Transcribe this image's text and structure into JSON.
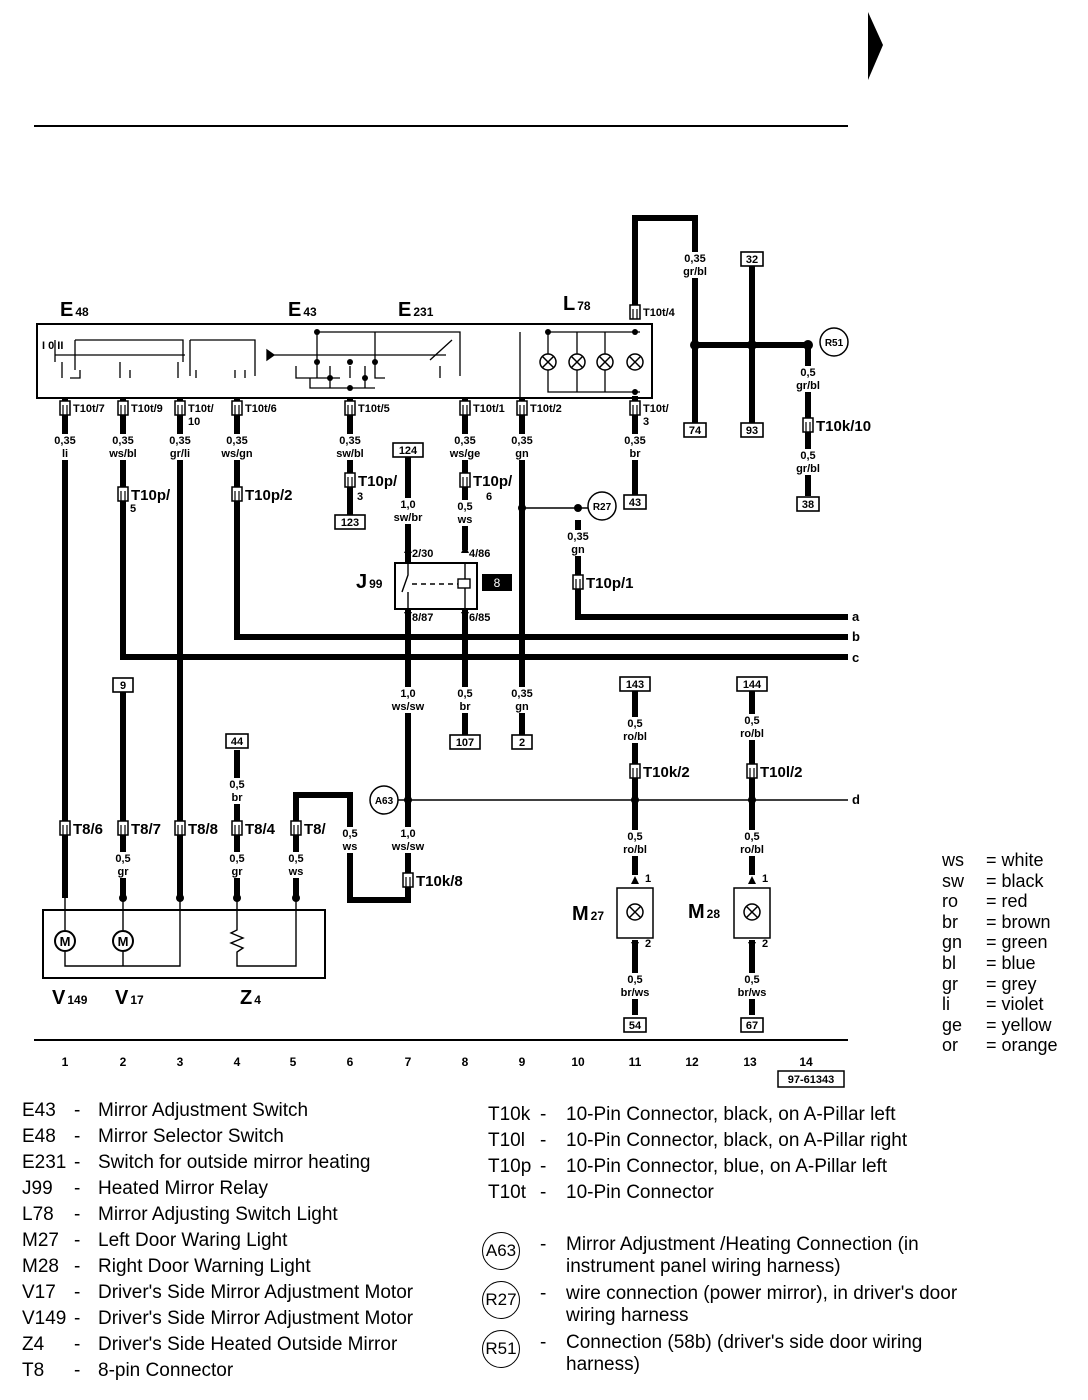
{
  "diagram_id": "97-61343",
  "components": {
    "E48": {
      "label": "E",
      "sub": "48"
    },
    "E43": {
      "label": "E",
      "sub": "43"
    },
    "E231": {
      "label": "E",
      "sub": "231"
    },
    "L78": {
      "label": "L",
      "sub": "78"
    },
    "J99": {
      "label": "J",
      "sub": "99"
    },
    "M27": {
      "label": "M",
      "sub": "27"
    },
    "M28": {
      "label": "M",
      "sub": "28"
    },
    "V149": {
      "label": "V",
      "sub": "149"
    },
    "V17": {
      "label": "V",
      "sub": "17"
    },
    "Z4": {
      "label": "Z",
      "sub": "4"
    },
    "relay_position": "8",
    "switch_marking": "I 0 II"
  },
  "bottom_numbers": [
    "1",
    "2",
    "3",
    "4",
    "5",
    "6",
    "7",
    "8",
    "9",
    "10",
    "11",
    "12",
    "13",
    "14"
  ],
  "right_lines": [
    "a",
    "b",
    "c",
    "d"
  ],
  "connectors": {
    "t10t7": "T10t/7",
    "t10t9": "T10t/9",
    "t10t10a": "T10t/",
    "t10t10b": "10",
    "t10t6": "T10t/6",
    "t10t5": "T10t/5",
    "t10t1": "T10t/1",
    "t10t2": "T10t/2",
    "t10t3a": "T10t/",
    "t10t3b": "3",
    "t10t4": "T10t/4",
    "t10p5a": "T10p/",
    "t10p5b": "5",
    "t10p2": "T10p/2",
    "t10p3a": "T10p/",
    "t10p3b": "3",
    "t10p6a": "T10p/",
    "t10p6b": "6",
    "t10p1": "T10p/1",
    "t8_6": "T8/6",
    "t8_7": "T8/7",
    "t8_8": "T8/8",
    "t8_4": "T8/4",
    "t8_1": "T8/",
    "t10k8": "T10k/8",
    "t10k2": "T10k/2",
    "t10l2": "T10l/2",
    "t10k10": "T10k/10",
    "j99_230": "2/30",
    "j99_486": "4/86",
    "j99_887": "8/87",
    "j99_685": "6/85",
    "m_pin1": "1",
    "m_pin2": "2"
  },
  "wires": {
    "w1a": [
      "0,35",
      "li"
    ],
    "w2a": [
      "0,35",
      "ws/bl"
    ],
    "w3a": [
      "0,35",
      "gr/li"
    ],
    "w4a": [
      "0,35",
      "ws/gn"
    ],
    "w6a": [
      "0,35",
      "sw/bl"
    ],
    "w7a": [
      "1,0",
      "sw/br"
    ],
    "w8a": [
      "0,35",
      "ws/ge"
    ],
    "w8b": [
      "0,5",
      "ws"
    ],
    "w9a": [
      "0,35",
      "gn"
    ],
    "w10a": [
      "0,35",
      "gn"
    ],
    "w11a": [
      "0,35",
      "br"
    ],
    "w12a": [
      "0,35",
      "gr/bl"
    ],
    "w14a": [
      "0,5",
      "gr/bl"
    ],
    "w14b": [
      "0,5",
      "gr/bl"
    ],
    "w7b": [
      "1,0",
      "ws/sw"
    ],
    "w8c": [
      "0,5",
      "br"
    ],
    "w9b": [
      "0,35",
      "gn"
    ],
    "w4b": [
      "0,5",
      "br"
    ],
    "w6b": [
      "0,5",
      "ws"
    ],
    "w7c": [
      "1,0",
      "ws/sw"
    ],
    "w2b": [
      "0,5",
      "gr"
    ],
    "w4c": [
      "0,5",
      "gr"
    ],
    "w5a": [
      "0,5",
      "ws"
    ],
    "w11b": [
      "0,5",
      "ro/bl"
    ],
    "w11c": [
      "0,5",
      "ro/bl"
    ],
    "w11d": [
      "0,5",
      "br/ws"
    ],
    "w13b": [
      "0,5",
      "ro/bl"
    ],
    "w13c": [
      "0,5",
      "ro/bl"
    ],
    "w13d": [
      "0,5",
      "br/ws"
    ]
  },
  "refs": {
    "r124": "124",
    "r123": "123",
    "r43": "43",
    "r74": "74",
    "r93": "93",
    "r32": "32",
    "r38": "38",
    "r9": "9",
    "r44": "44",
    "r107": "107",
    "r2": "2",
    "r143": "143",
    "r144": "144",
    "r54": "54",
    "r67": "67"
  },
  "circles": {
    "A63": "A63",
    "R27": "R27",
    "R51": "R51"
  },
  "color_key": [
    {
      "abbr": "ws",
      "name": "white"
    },
    {
      "abbr": "sw",
      "name": "black"
    },
    {
      "abbr": "ro",
      "name": "red"
    },
    {
      "abbr": "br",
      "name": "brown"
    },
    {
      "abbr": "gn",
      "name": "green"
    },
    {
      "abbr": "bl",
      "name": "blue"
    },
    {
      "abbr": "gr",
      "name": "grey"
    },
    {
      "abbr": "li",
      "name": "violet"
    },
    {
      "abbr": "ge",
      "name": "yellow"
    },
    {
      "abbr": "or",
      "name": "orange"
    }
  ],
  "legend_left": [
    {
      "code": "E43",
      "desc": "Mirror Adjustment Switch"
    },
    {
      "code": "E48",
      "desc": "Mirror Selector Switch"
    },
    {
      "code": "E231",
      "desc": "Switch for outside mirror heating"
    },
    {
      "code": "J99",
      "desc": "Heated Mirror Relay"
    },
    {
      "code": "L78",
      "desc": "Mirror Adjusting Switch Light"
    },
    {
      "code": "M27",
      "desc": "Left Door Waring Light"
    },
    {
      "code": "M28",
      "desc": "Right Door Warning Light"
    },
    {
      "code": "V17",
      "desc": "Driver's Side Mirror Adjustment Motor"
    },
    {
      "code": "V149",
      "desc": "Driver's Side Mirror Adjustment Motor"
    },
    {
      "code": "Z4",
      "desc": "Driver's Side Heated Outside Mirror"
    },
    {
      "code": "T8",
      "desc": "8-pin Connector"
    }
  ],
  "legend_right": [
    {
      "code": "T10k",
      "desc": "10-Pin Connector, black, on A-Pillar left"
    },
    {
      "code": "T10l",
      "desc": "10-Pin Connector, black, on A-Pillar right"
    },
    {
      "code": "T10p",
      "desc": "10-Pin Connector, blue, on A-Pillar left"
    },
    {
      "code": "T10t",
      "desc": "10-Pin Connector"
    }
  ],
  "legend_circles": [
    {
      "code": "A63",
      "desc1": "Mirror Adjustment /Heating Connection (in",
      "desc2": "instrument panel wiring harness)"
    },
    {
      "code": "R27",
      "desc1": "wire connection (power mirror), in driver's door",
      "desc2": "wiring harness"
    },
    {
      "code": "R51",
      "desc1": "Connection (58b) (driver's side door wiring",
      "desc2": "harness)"
    }
  ],
  "dash": "-"
}
